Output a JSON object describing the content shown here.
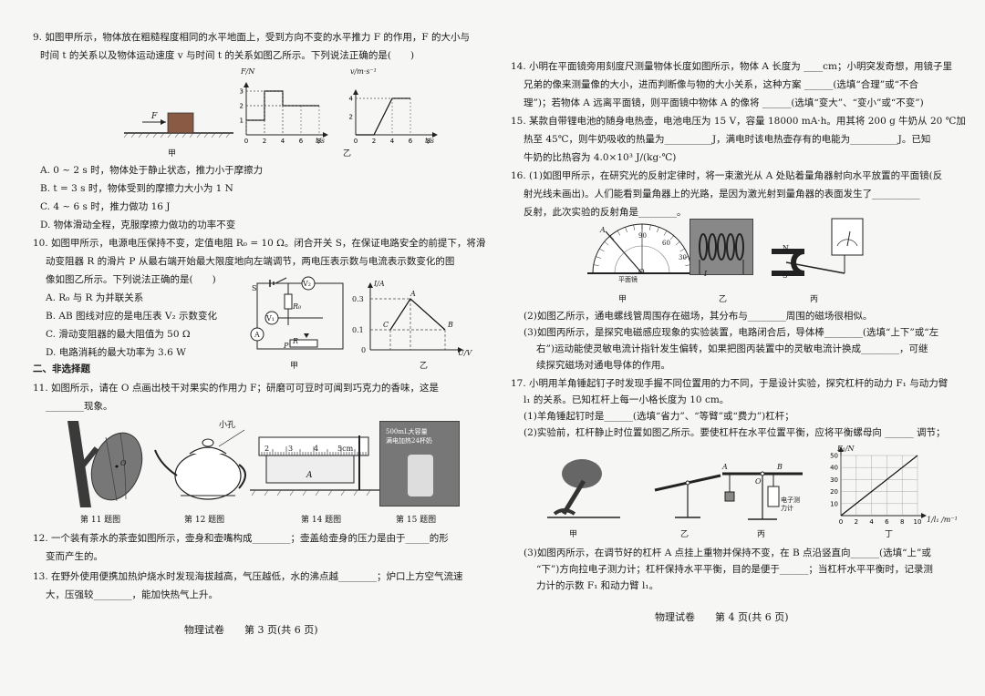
{
  "left": {
    "q9": {
      "line1": "9. 如图甲所示，物体放在粗糙程度相同的水平地面上，受到方向不变的水平推力 F 的作用，F 的大小与",
      "line2": "时间 t 的关系以及物体运动速度 v 与时间 t 的关系如图乙所示。下列说法正确的是(　　)",
      "fig_a_label": "甲",
      "fig_b_label": "乙",
      "force_label": "F",
      "chart1_ylabel": "F/N",
      "chart1_xlabel": "t/s",
      "chart1_yticks": [
        "1",
        "2",
        "3"
      ],
      "chart1_xticks": [
        "0",
        "2",
        "4",
        "6",
        "8"
      ],
      "chart2_ylabel": "v/m·s⁻¹",
      "chart2_xlabel": "t/s",
      "chart2_yticks": [
        "2",
        "4"
      ],
      "chart2_xticks": [
        "0",
        "2",
        "4",
        "6",
        "8"
      ],
      "options": [
        "A. 0 ~ 2 s 时，物体处于静止状态，推力小于摩擦力",
        "B. t = 3 s 时，物体受到的摩擦力大小为 1 N",
        "C. 4 ~ 6 s 时，推力做功 16 J",
        "D. 物体滑动全程，克服摩擦力做功的功率不变"
      ]
    },
    "q10": {
      "line1": "10. 如图甲所示，电源电压保持不变，定值电阻 R₀ = 10 Ω。闭合开关 S，在保证电路安全的前提下，将滑",
      "line2": "动变阻器 R 的滑片 P 从最右端开始最大限度地向左端调节，两电压表示数与电流表示数变化的图",
      "line3": "像如图乙所示。下列说法正确的是(　　)",
      "options": [
        "A. R₀ 与 R 为并联关系",
        "B. AB 图线对应的是电压表 V₂ 示数变化",
        "C. 滑动变阻器的最大阻值为 50 Ω",
        "D. 电路消耗的最大功率为 3.6 W"
      ],
      "fig_a_label": "甲",
      "fig_b_label": "乙",
      "graph_ylabel": "I/A",
      "graph_xlabel": "U/V",
      "graph_yticks": [
        "0.3",
        "0.1"
      ],
      "graph_origin": "0",
      "point_a": "A",
      "point_b": "B",
      "point_c": "C",
      "circuit_s": "S",
      "circuit_r0": "R₀",
      "circuit_v1": "V₁",
      "circuit_v2": "V₂",
      "circuit_a": "A",
      "circuit_r": "R",
      "circuit_p": "P"
    },
    "section2": "二、非选择题",
    "q11": {
      "line1": "11. 如图所示，请在 O 点画出枝干对果实的作用力 F；研磨可可豆时可闻到巧克力的香味，这是",
      "line2": "________现象。",
      "fig_caption": "第 11 题图",
      "o_label": "O"
    },
    "q12_fig": {
      "caption": "第 12 题图",
      "hole_label": "小孔"
    },
    "q14_fig": {
      "caption": "第 14 题图",
      "ruler_ticks": [
        "2",
        "3",
        "4",
        "5cm"
      ],
      "object_label": "A"
    },
    "q15_fig": {
      "caption": "第 15 题图",
      "pkg_line1": "500mL大容量",
      "pkg_line2": "满电加热24杯奶"
    },
    "q12": {
      "line1": "12. 一个装有茶水的茶壶如图所示，壶身和壶嘴构成________；壶盖给壶身的压力是由于_____的形",
      "line2": "变而产生的。"
    },
    "q13": {
      "line1": "13. 在野外使用便携加热炉烧水时发现海拔越高，气压越低，水的沸点越________；炉口上方空气流速",
      "line2": "大，压强较________，能加快热气上升。"
    },
    "footer": "物理试卷　　第 3 页(共 6 页)"
  },
  "right": {
    "q14": {
      "line1": "14. 小明在平面镜旁用刻度尺测量物体长度如图所示，物体 A 长度为 ____cm；小明突发奇想，用镜子里",
      "line2": "兄弟的像来测量像的大小，进而判断像与物的大小关系，这种方案 ______(选填“合理”或“不合",
      "line3": "理”)；若物体 A 远离平面镜，则平面镜中物体 A 的像将 ______(选填“变大”、“变小”或“不变”)"
    },
    "q15": {
      "line1": "15. 某款自带锂电池的随身电热壶，电池电压为 15 V，容量 18000 mA·h。用其将 200 g 牛奶从 20 ℃加",
      "line2": "热至 45℃，则牛奶吸收的热量为__________J，满电时该电热壶存有的电能为__________J。已知",
      "line3": "牛奶的比热容为 4.0×10³ J/(kg·℃)"
    },
    "q16": {
      "line1": "16. (1)如图甲所示，在研究光的反射定律时，将一束激光从 A 处贴着量角器射向水平放置的平面镜(反",
      "line2": "射光线未画出)。人们能看到量角器上的光路，是因为激光射到量角器的表面发生了__________",
      "line3": "反射，此次实验的反射角是________。",
      "fig_labels": [
        "甲",
        "乙",
        "丙"
      ],
      "protractor_a": "A",
      "protractor_o": "O",
      "mirror_label": "平面镜",
      "angle_labels": [
        "90",
        "60",
        "30"
      ],
      "magnet_n": "N",
      "magnet_s": "S",
      "current_label": "I",
      "sub2": "(2)如图乙所示，通电螺线管周围存在磁场，其分布与________周围的磁场很相似。",
      "sub3_line1": "(3)如图丙所示，是探究电磁感应现象的实验装置，电路闭合后，导体棒________(选填“上下”或“左",
      "sub3_line2": "右”)运动能使灵敏电流计指针发生偏转，如果把图丙装置中的灵敏电流计换成________，可继",
      "sub3_line3": "续探究磁场对通电导体的作用。"
    },
    "q17": {
      "line1": "17. 小明用羊角锤起钉子时发现手握不同位置用的力不同，于是设计实验，探究杠杆的动力 F₁ 与动力臂",
      "line2": "l₁ 的关系。已知杠杆上每一小格长度为 10 cm。",
      "sub1": "(1)羊角锤起钉时是______(选填“省力”、“等臂”或“费力”)杠杆；",
      "sub2": "(2)实验前，杠杆静止时位置如图乙所示。要使杠杆在水平位置平衡，应将平衡螺母向 ______ 调节；",
      "fig_labels": [
        "甲",
        "乙",
        "丙",
        "丁"
      ],
      "lever_a": "A",
      "lever_b": "B",
      "lever_o": "O",
      "meter_label1": "电子测",
      "meter_label2": "力计",
      "graph_ylabel": "F₁/N",
      "graph_xlabel": "1/l₁ /m⁻¹",
      "graph_yticks": [
        "10",
        "20",
        "30",
        "40",
        "50"
      ],
      "graph_xticks": [
        "0",
        "2",
        "4",
        "6",
        "8",
        "10"
      ],
      "sub3_line1": "(3)如图丙所示，在调节好的杠杆 A 点挂上重物并保持不变，在 B 点沿竖直向______(选填“上”或",
      "sub3_line2": "“下”)方向拉电子测力计；杠杆保持水平平衡，目的是便于______；当杠杆水平平衡时，记录测",
      "sub3_line3": "力计的示数 F₁ 和动力臂 l₁。"
    },
    "footer": "物理试卷　　第 4 页(共 6 页)"
  },
  "chart_data": [
    {
      "type": "line",
      "title": "",
      "xlabel": "t/s",
      "ylabel": "F/N",
      "series": [
        {
          "x": [
            0,
            2,
            2,
            4,
            4,
            6,
            8
          ],
          "y": [
            1,
            1,
            3,
            3,
            2,
            2,
            2
          ]
        }
      ],
      "xlim": [
        0,
        8
      ],
      "ylim": [
        0,
        3
      ]
    },
    {
      "type": "line",
      "title": "",
      "xlabel": "t/s",
      "ylabel": "v/m·s⁻¹",
      "series": [
        {
          "x": [
            0,
            2,
            4,
            6
          ],
          "y": [
            0,
            0,
            4,
            4
          ]
        }
      ],
      "xlim": [
        0,
        8
      ],
      "ylim": [
        0,
        4
      ]
    },
    {
      "type": "line",
      "title": "",
      "xlabel": "U/V",
      "ylabel": "I/A",
      "series": [
        {
          "name": "AB",
          "points": [
            "A",
            "B"
          ],
          "y": [
            0.3,
            0.1
          ]
        },
        {
          "name": "CA",
          "points": [
            "C",
            "A"
          ],
          "y": [
            0.1,
            0.3
          ]
        }
      ]
    },
    {
      "type": "line",
      "title": "",
      "xlabel": "1/l₁ /m⁻¹",
      "ylabel": "F₁/N",
      "series": [
        {
          "x": [
            0,
            10
          ],
          "y": [
            0,
            50
          ]
        }
      ],
      "xlim": [
        0,
        10
      ],
      "ylim": [
        0,
        50
      ]
    }
  ]
}
